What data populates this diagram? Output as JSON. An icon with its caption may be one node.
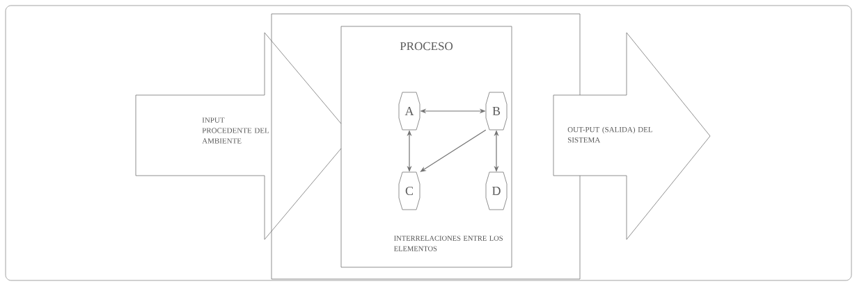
{
  "diagram": {
    "nodes": [
      {
        "text": [
          "INPUT PROCEDENTE DEL AMBIENTE"
        ]
      },
      {
        "text": [],
        "shape": "box"
      },
      {
        "text": [
          "PROCESO",
          "INTERRELACIONES ENTRE LOS ELEMENTOS"
        ],
        "in": 1
      },
      {
        "text": [
          "A"
        ],
        "in": 2
      },
      {
        "text": [
          "B"
        ],
        "in": 2
      },
      {
        "text": [
          "C"
        ],
        "in": 2
      },
      {
        "text": [
          "D"
        ],
        "in": 2
      },
      {
        "text": [
          "OUT-PUT (SALIDA) DEL SISTEMA"
        ]
      }
    ],
    "edges": [
      {
        "from": 3,
        "to": 4,
        "arrow": "both"
      },
      {
        "from": 3,
        "to": 5,
        "arrow": "both"
      },
      {
        "from": 4,
        "to": 5,
        "arrow": "to"
      },
      {
        "from": 4,
        "to": 6,
        "arrow": "both"
      }
    ]
  }
}
